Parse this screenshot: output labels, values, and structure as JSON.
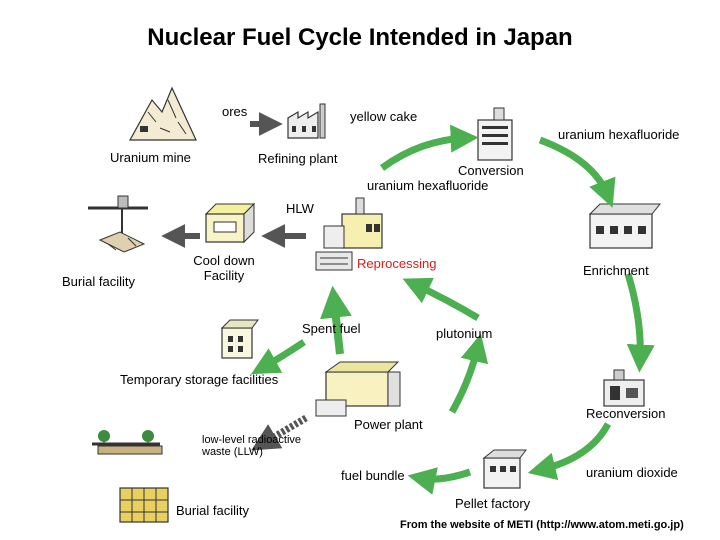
{
  "title": "Nuclear Fuel Cycle Intended in Japan",
  "labels": {
    "ores": "ores",
    "uranium_mine": "Uranium mine",
    "yellow_cake": "yellow cake",
    "refining_plant": "Refining plant",
    "uranium_hexafluoride_top": "uranium hexafluoride",
    "conversion": "Conversion",
    "uranium_hexafluoride_mid": "uranium hexafluoride",
    "hlw": "HLW",
    "burial_facility_left": "Burial facility",
    "cool_down_line1": "Cool down",
    "cool_down_line2": "Facility",
    "reprocessing": "Reprocessing",
    "enrichment": "Enrichment",
    "spent_fuel": "Spent fuel",
    "plutonium": "plutonium",
    "temporary_storage": "Temporary storage facilities",
    "reconversion": "Reconversion",
    "power_plant": "Power plant",
    "llw_line1": "low-level radioactive",
    "llw_line2": "waste (LLW)",
    "uranium_dioxide": "uranium dioxide",
    "fuel_bundle": "fuel bundle",
    "pellet_factory": "Pellet factory",
    "burial_facility_bottom": "Burial facility",
    "source": "From the website of METI (http://www.atom.meti.go.jp)"
  },
  "colors": {
    "arrow_green": "#4caf50",
    "arrow_gray": "#555555",
    "reprocessing_text": "#d42020"
  }
}
